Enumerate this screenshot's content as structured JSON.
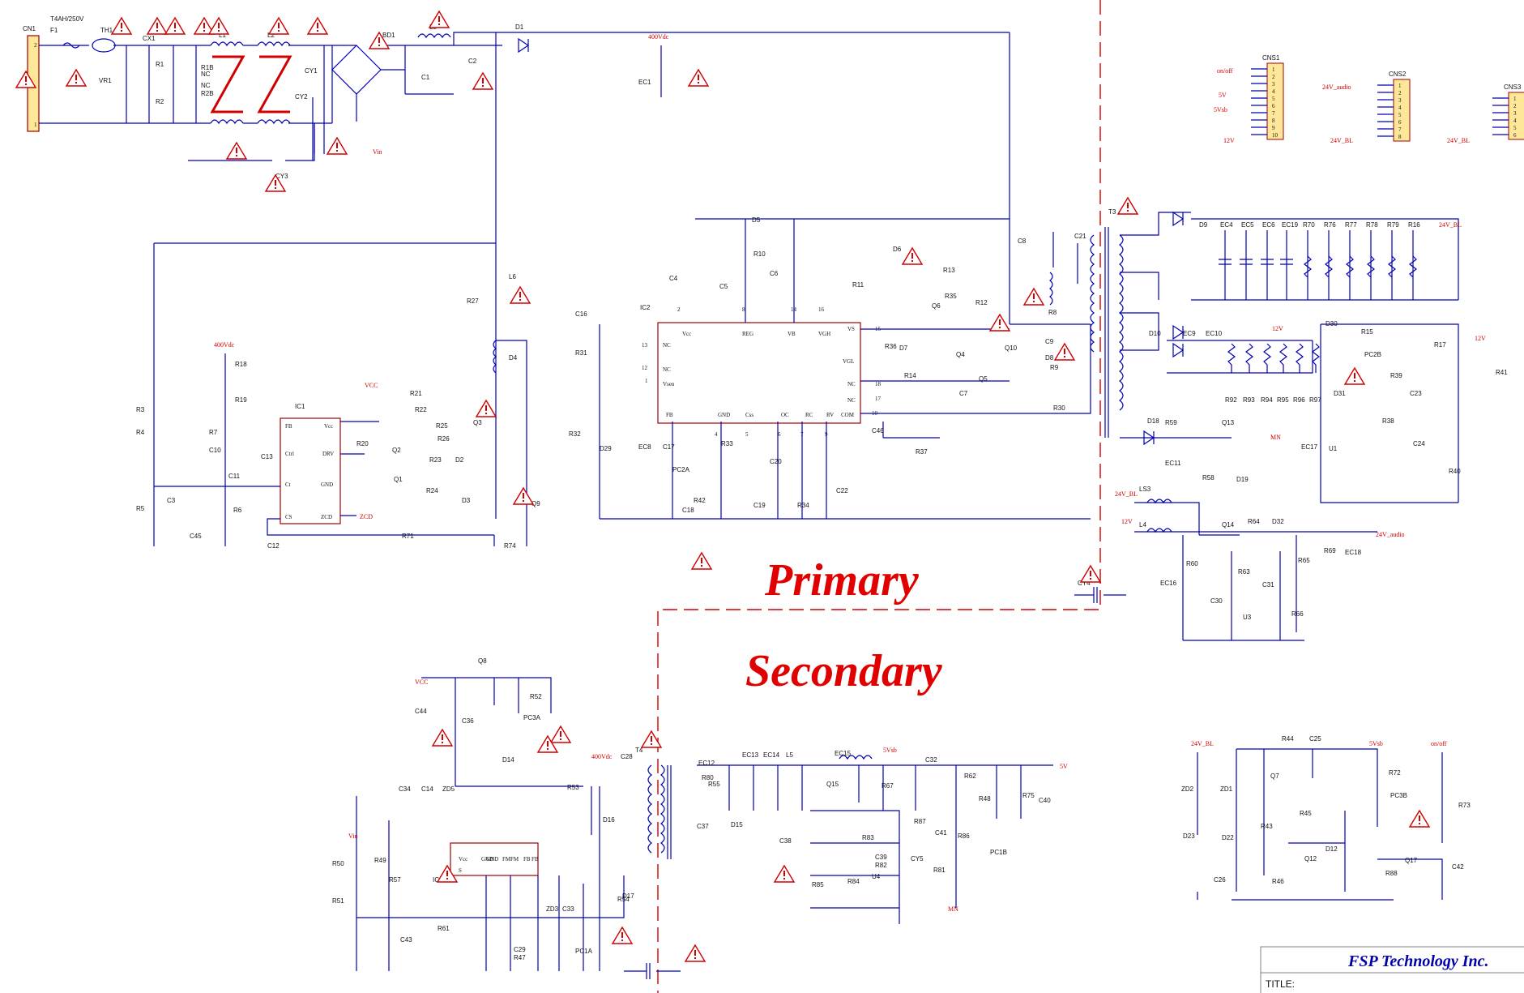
{
  "sheet": {
    "company": "FSP Technology Inc.",
    "title_label": "TITLE:",
    "zone_primary": "Primary",
    "zone_secondary": "Secondary"
  },
  "input": {
    "connector": "CN1",
    "fuse": "F1",
    "fuse_rating": "T4AH/250V",
    "thermistor": "TH1",
    "varistor": "VR1",
    "x_cap": "CX1",
    "resistors": [
      "R1",
      "R2",
      "R1B",
      "R2B"
    ],
    "nc": "NC",
    "chokes": [
      "L1",
      "L2"
    ],
    "y_caps": [
      "CY1",
      "CY2",
      "CY3"
    ],
    "bridge": "BD1",
    "pfc_inductor": "L3",
    "caps": [
      "C1",
      "C2"
    ],
    "vin": "Vin"
  },
  "pfc": {
    "diode": "D1",
    "bus": "400Vdc",
    "bulk_cap": "EC1",
    "ic": "IC1",
    "ic_pins": [
      "FB",
      "Vcc",
      "Ctrl",
      "DRV",
      "Ct",
      "GND",
      "CS",
      "ZCD"
    ],
    "zcd_label": "ZCD",
    "vcc_label": "VCC",
    "parts": [
      "R3",
      "R4",
      "R5",
      "C3",
      "C45",
      "R7",
      "R6",
      "C10",
      "C11",
      "C13",
      "C12",
      "R18",
      "R19",
      "R20",
      "R21",
      "R22",
      "R23",
      "R24",
      "R25",
      "R26",
      "Q1",
      "Q2",
      "Q3",
      "Q9",
      "D2",
      "D3",
      "D4",
      "L6",
      "R27",
      "R71",
      "R74"
    ]
  },
  "llc": {
    "ic": "IC2",
    "ic_pins": [
      "Vcc",
      "REG",
      "VB",
      "VGH",
      "VS",
      "NC",
      "NC",
      "Vsen",
      "VGL",
      "NC",
      "NC",
      "COM",
      "FB",
      "GND",
      "Css",
      "OC",
      "RC",
      "RV"
    ],
    "parts": [
      "C4",
      "C5",
      "C6",
      "R10",
      "D5",
      "R11",
      "D6",
      "D7",
      "R13",
      "R14",
      "R12",
      "R35",
      "R36",
      "Q4",
      "Q5",
      "Q6",
      "Q10",
      "C7",
      "C8",
      "C9",
      "D8",
      "C21",
      "R8",
      "R9",
      "R30",
      "C16",
      "R31",
      "R32",
      "D29",
      "EC8",
      "C17",
      "PC2A",
      "R42",
      "C18",
      "R33",
      "C19",
      "C20",
      "R34",
      "C22",
      "C46",
      "R37"
    ]
  },
  "transformer": {
    "name": "T3",
    "outputs_24v": [
      "D9",
      "EC4",
      "EC5",
      "EC6",
      "EC19",
      "R70",
      "R76",
      "R77",
      "R78",
      "R79",
      "R16"
    ],
    "outputs_12v": [
      "D10",
      "EC9",
      "EC10",
      "R92",
      "R93",
      "R94",
      "R95",
      "R96",
      "R97"
    ],
    "label_24v_bl": "24V_BL",
    "label_12v": "12V",
    "label_mn": "MN",
    "parts": [
      "D18",
      "R59",
      "EC11",
      "R58",
      "Q13",
      "D19",
      "D30",
      "R15",
      "PC2B",
      "R39",
      "D31",
      "C23",
      "R38",
      "C24",
      "U1",
      "EC17",
      "R17",
      "R41",
      "R40"
    ]
  },
  "audio": {
    "label_24v_audio": "24V_audio",
    "parts": [
      "LS3",
      "L4",
      "Q14",
      "R64",
      "D32",
      "R60",
      "R63",
      "EC16",
      "C30",
      "C31",
      "U3",
      "R65",
      "R66",
      "R69",
      "EC18",
      "CY4"
    ]
  },
  "connectors": {
    "cns1": {
      "name": "CNS1",
      "pins": [
        "1",
        "2",
        "3",
        "4",
        "5",
        "6",
        "7",
        "8",
        "9",
        "10"
      ],
      "nets": [
        "on/off",
        "5V",
        "5Vsb",
        "12V"
      ]
    },
    "cns2": {
      "name": "CNS2",
      "pins": [
        "1",
        "2",
        "3",
        "4",
        "5",
        "6",
        "7",
        "8"
      ],
      "nets": [
        "24V_audio",
        "24V_BL"
      ]
    },
    "cns3": {
      "name": "CNS3",
      "pins": [
        "1",
        "2",
        "3",
        "4",
        "5",
        "6"
      ],
      "nets": [
        "24V_BL"
      ]
    }
  },
  "standby": {
    "transformer": "T4",
    "ic": "IC3",
    "ic_pins": [
      "Vcc",
      "S",
      "GND",
      "GND",
      "FM",
      "FM",
      "FB",
      "FB"
    ],
    "net_5vsb": "5Vsb",
    "net_5v": "5V",
    "parts": [
      "Q8",
      "C44",
      "C36",
      "R52",
      "PC3A",
      "D14",
      "C34",
      "C14",
      "ZD5",
      "R57",
      "R49",
      "R50",
      "R51",
      "C43",
      "R61",
      "C29",
      "R47",
      "ZD3",
      "C33",
      "PC1A",
      "R53",
      "D16",
      "C28",
      "R55",
      "R80",
      "C37",
      "D15",
      "R54",
      "D17",
      "EC12",
      "EC13",
      "EC14",
      "L5",
      "EC15",
      "Q15",
      "C32",
      "R62",
      "R67",
      "R48",
      "C40",
      "R75",
      "R87",
      "C41",
      "R86",
      "PC1B",
      "R81",
      "C38",
      "R83",
      "C39",
      "R82",
      "R84",
      "U4",
      "R85",
      "CY5"
    ]
  },
  "control": {
    "net_on_off": "on/off",
    "parts": [
      "ZD2",
      "D23",
      "ZD1",
      "D22",
      "Q7",
      "R44",
      "C25",
      "R45",
      "R43",
      "Q12",
      "C26",
      "R46",
      "D12",
      "R72",
      "PC3B",
      "Q17",
      "R88",
      "R73",
      "C42"
    ]
  }
}
